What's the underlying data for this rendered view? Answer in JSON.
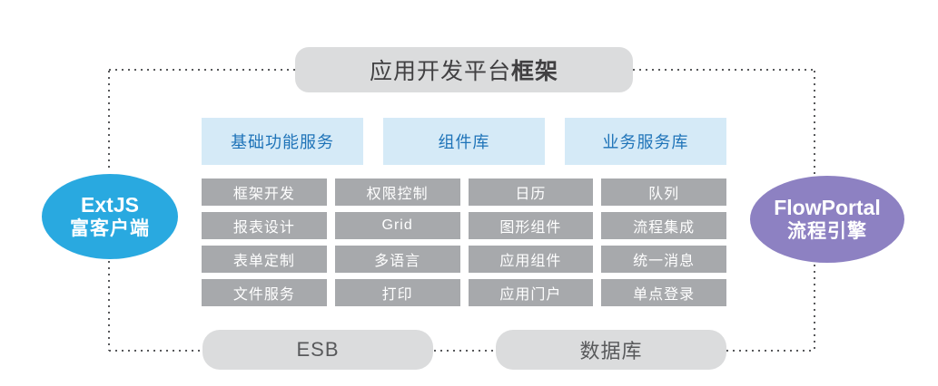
{
  "diagram": {
    "title": {
      "regular": "应用开发平台",
      "bold": "框架"
    },
    "left_node": {
      "line1": "ExtJS",
      "line2": "富客户端"
    },
    "right_node": {
      "line1": "FlowPortal",
      "line2": "流程引擎"
    },
    "column_headers": [
      {
        "label": "基础功能服务"
      },
      {
        "label": "组件库"
      },
      {
        "label": "业务服务库"
      }
    ],
    "modules": {
      "rows": [
        [
          "框架开发",
          "权限控制",
          "日历",
          "队列"
        ],
        [
          "报表设计",
          "Grid",
          "图形组件",
          "流程集成"
        ],
        [
          "表单定制",
          "多语言",
          "应用组件",
          "统一消息"
        ],
        [
          "文件服务",
          "打印",
          "应用门户",
          "单点登录"
        ]
      ]
    },
    "bottom_nodes": [
      {
        "label": "ESB"
      },
      {
        "label": "数据库"
      }
    ],
    "colors": {
      "node_blue": "#29a9e0",
      "node_purple": "#8d81c2",
      "header_bg": "#d5eaf7",
      "header_text": "#1e73b8",
      "module_bg": "#a7a9ac",
      "module_text": "#ffffff",
      "rounded_box_bg": "#dbdcdd",
      "title_text": "#414042",
      "bottom_box_text": "#58595b",
      "connector": "#58595b"
    }
  }
}
